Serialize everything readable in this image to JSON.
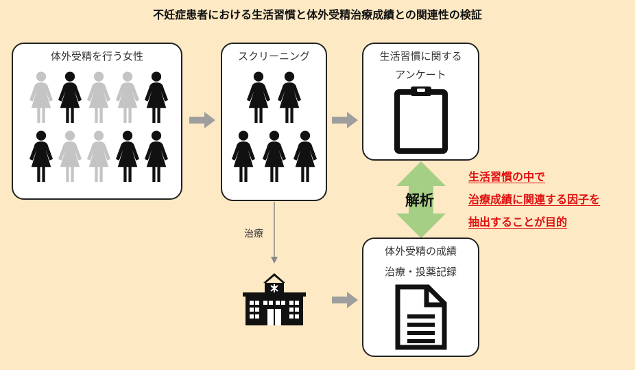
{
  "title": "不妊症患者における生活習慣と体外受精治療成績との関連性の検証",
  "boxes": {
    "women": {
      "label": "体外受精を行う女性"
    },
    "screening": {
      "label": "スクリーニング"
    },
    "survey": {
      "label_line1": "生活習慣に関する",
      "label_line2": "アンケート"
    },
    "results": {
      "label_line1": "体外受精の成績",
      "label_line2": "治療・投薬記録"
    }
  },
  "analysis_label": "解析",
  "treatment_label": "治療",
  "goal_note": {
    "line1": "生活習慣の中で",
    "line2": "治療成績に関連する因子を",
    "line3": "抽出することが目的"
  },
  "icons": {
    "woman": "woman-icon",
    "clipboard": "clipboard-icon",
    "document": "document-icon",
    "hospital": "hospital-icon"
  },
  "colors": {
    "background": "#fde9c4",
    "figure_dark": "#111111",
    "figure_light": "#c4c4c4",
    "arrow_gray": "#9e9e9e",
    "analysis_arrow": "#a6cf86",
    "note_red": "#e01010"
  }
}
